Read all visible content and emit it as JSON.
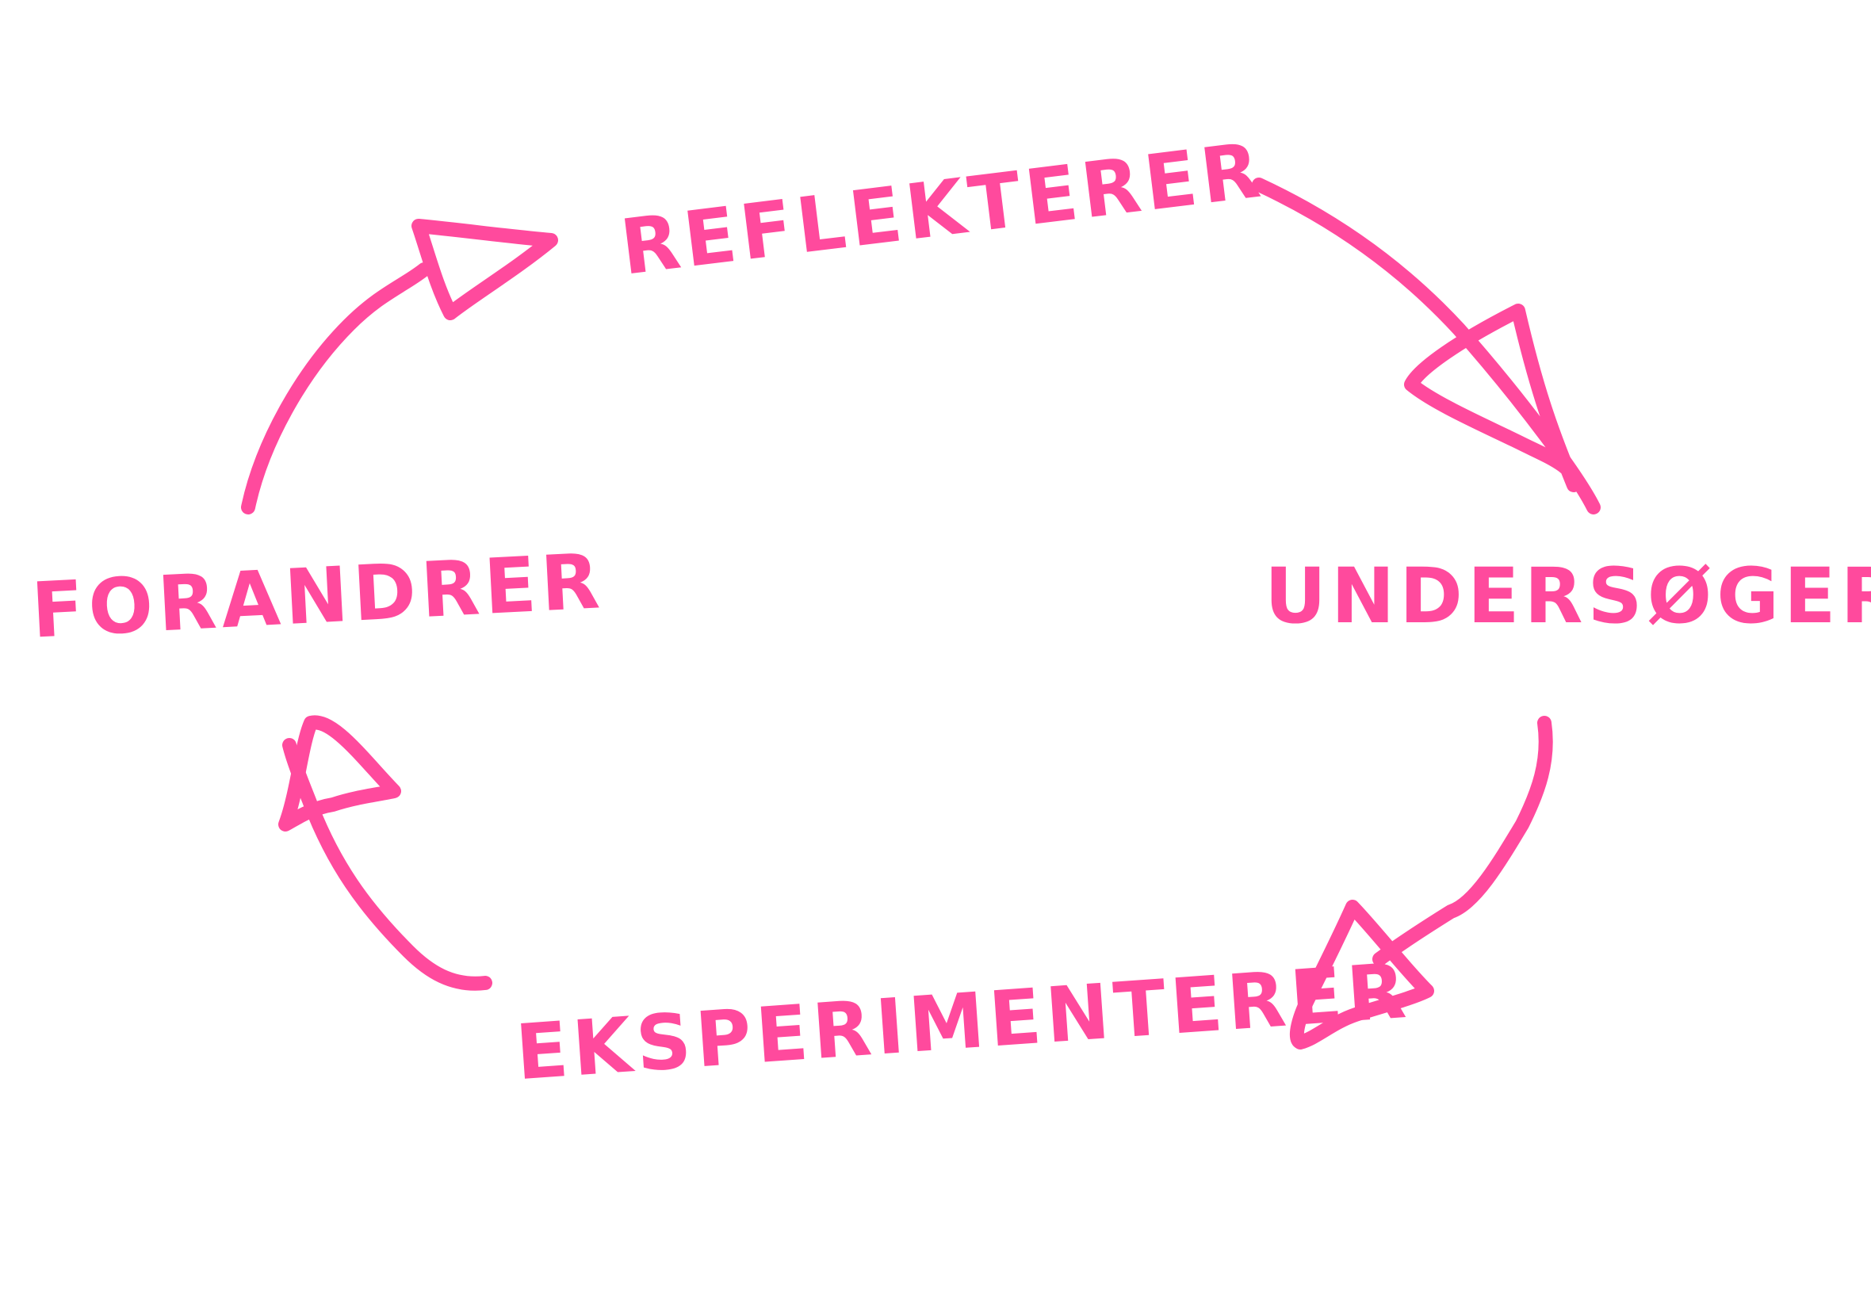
{
  "diagram": {
    "stroke_color": "#ff4a9d",
    "background": "#ffffff",
    "nodes": [
      {
        "id": "reflekterer",
        "label": "REFLEKTERER"
      },
      {
        "id": "undersoger",
        "label": "UNDERSØGER"
      },
      {
        "id": "eksperimenterer",
        "label": "EKSPERIMENTERER"
      },
      {
        "id": "forandrer",
        "label": "FORANDRER"
      }
    ],
    "edges": [
      {
        "from": "reflekterer",
        "to": "undersoger"
      },
      {
        "from": "undersoger",
        "to": "eksperimenterer"
      },
      {
        "from": "eksperimenterer",
        "to": "forandrer"
      },
      {
        "from": "forandrer",
        "to": "reflekterer"
      }
    ]
  }
}
